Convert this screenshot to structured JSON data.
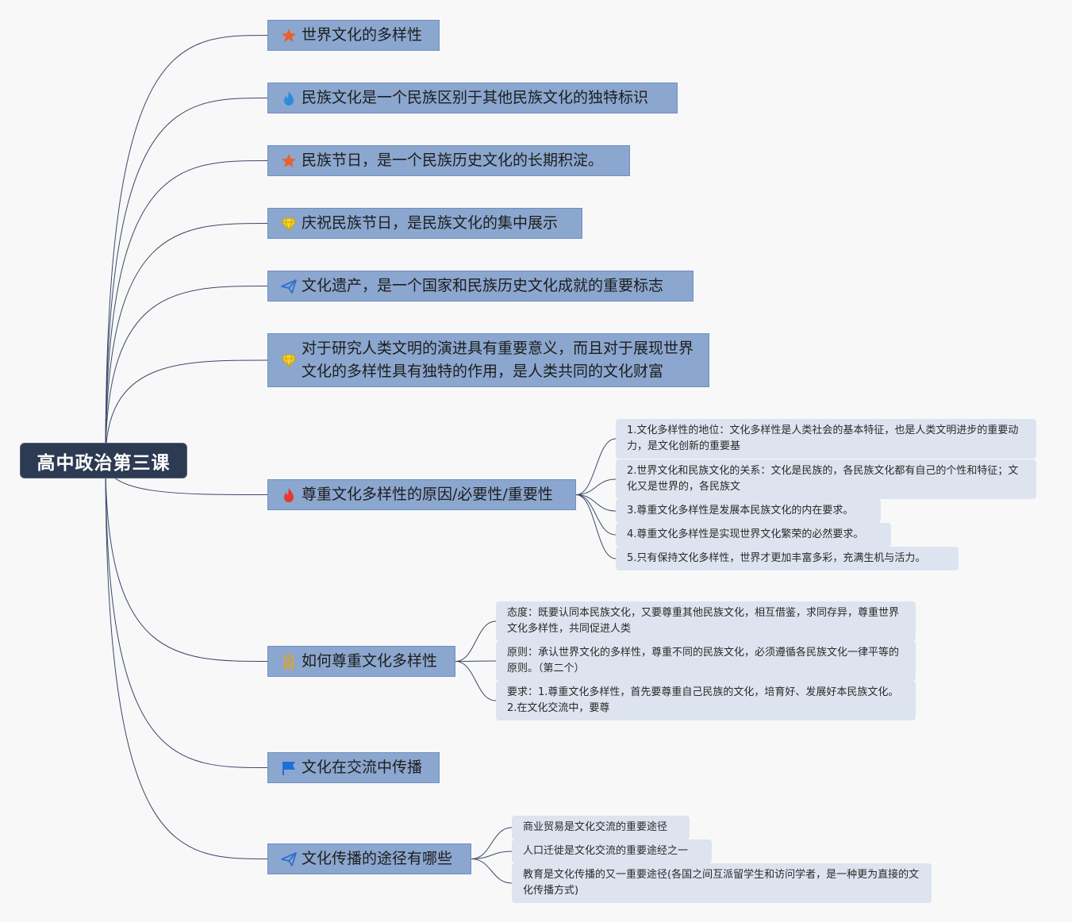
{
  "root": {
    "label": "高中政治第三课"
  },
  "topics": [
    {
      "label": "世界文化的多样性",
      "icon": "star-icon"
    },
    {
      "label": "民族文化是一个民族区别于其他民族文化的独特标识",
      "icon": "flame-blue-icon"
    },
    {
      "label": "民族节日，是一个民族历史文化的长期积淀。",
      "icon": "star-icon"
    },
    {
      "label": "庆祝民族节日，是民族文化的集中展示",
      "icon": "diamond-icon"
    },
    {
      "label": "文化遗产，是一个国家和民族历史文化成就的重要标志",
      "icon": "paper-plane-icon"
    },
    {
      "label": "对于研究人类文明的演进具有重要意义，而且对于展现世界文化的多样性具有独特的作用，是人类共同的文化财富",
      "icon": "diamond-icon"
    },
    {
      "label": "尊重文化多样性的原因/必要性/重要性",
      "icon": "flame-red-icon",
      "children": [
        "1.文化多样性的地位：文化多样性是人类社会的基本特征，也是人类文明进步的重要动力，是文化创新的重要基",
        "2.世界文化和民族文化的关系：文化是民族的，各民族文化都有自己的个性和特征；文化又是世界的，各民族文",
        "3.尊重文化多样性是发展本民族文化的内在要求。",
        "4.尊重文化多样性是实现世界文化繁荣的必然要求。",
        "5.只有保持文化多样性，世界才更加丰富多彩，充满生机与活力。"
      ]
    },
    {
      "label": "如何尊重文化多样性",
      "icon": "medal-icon",
      "children": [
        "态度：既要认同本民族文化，又要尊重其他民族文化，相互借鉴，求同存异，尊重世界文化多样性，共同促进人类",
        "原则：承认世界文化的多样性，尊重不同的民族文化，必须遵循各民族文化一律平等的原则。（第二个）",
        "要求：1.尊重文化多样性，首先要尊重自己民族的文化，培育好、发展好本民族文化。2.在文化交流中，要尊"
      ]
    },
    {
      "label": "文化在交流中传播",
      "icon": "flag-icon"
    },
    {
      "label": "文化传播的途径有哪些",
      "icon": "paper-plane-icon",
      "children": [
        "商业贸易是文化交流的重要途径",
        "人口迁徙是文化交流的重要途经之一",
        "教育是文化传播的又一重要途径(各国之间互派留学生和访问学者，是一种更为直接的文化传播方式)"
      ]
    }
  ],
  "colors": {
    "root_bg": "#2c3a52",
    "topic_bg": "#8ba7cf",
    "sub_bg": "#dde4ef",
    "line": "#3a4a66"
  }
}
